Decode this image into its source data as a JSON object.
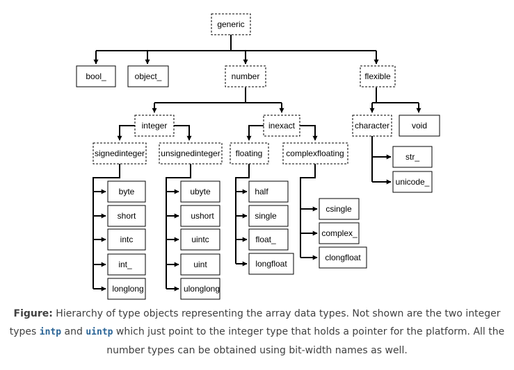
{
  "diagram": {
    "nodes": {
      "generic": "generic",
      "bool": "bool_",
      "object": "object_",
      "number": "number",
      "flexible": "flexible",
      "integer": "integer",
      "inexact": "inexact",
      "character": "character",
      "void": "void",
      "signedinteger": "signedinteger",
      "unsignedinteger": "unsignedinteger",
      "floating": "floating",
      "complexfloating": "complexfloating",
      "str": "str_",
      "unicode": "unicode_",
      "byte": "byte",
      "short": "short",
      "intc": "intc",
      "int": "int_",
      "longlong": "longlong",
      "ubyte": "ubyte",
      "ushort": "ushort",
      "uintc": "uintc",
      "uint": "uint",
      "ulonglong": "ulonglong",
      "half": "half",
      "single": "single",
      "float": "float_",
      "longfloat": "longfloat",
      "csingle": "csingle",
      "complex": "complex_",
      "clongfloat": "clongfloat"
    },
    "colors": {
      "line": "#000000",
      "caption": "#404040",
      "code": "#2a6496"
    }
  },
  "caption": {
    "label": "Figure:",
    "text1": " Hierarchy of type objects representing the array data types. Not shown are the two integer types ",
    "code1": "intp",
    "text2": " and ",
    "code2": "uintp",
    "text3": " which just point to the integer type that holds a pointer for the platform. All the number types can be obtained using bit-width names as well."
  }
}
